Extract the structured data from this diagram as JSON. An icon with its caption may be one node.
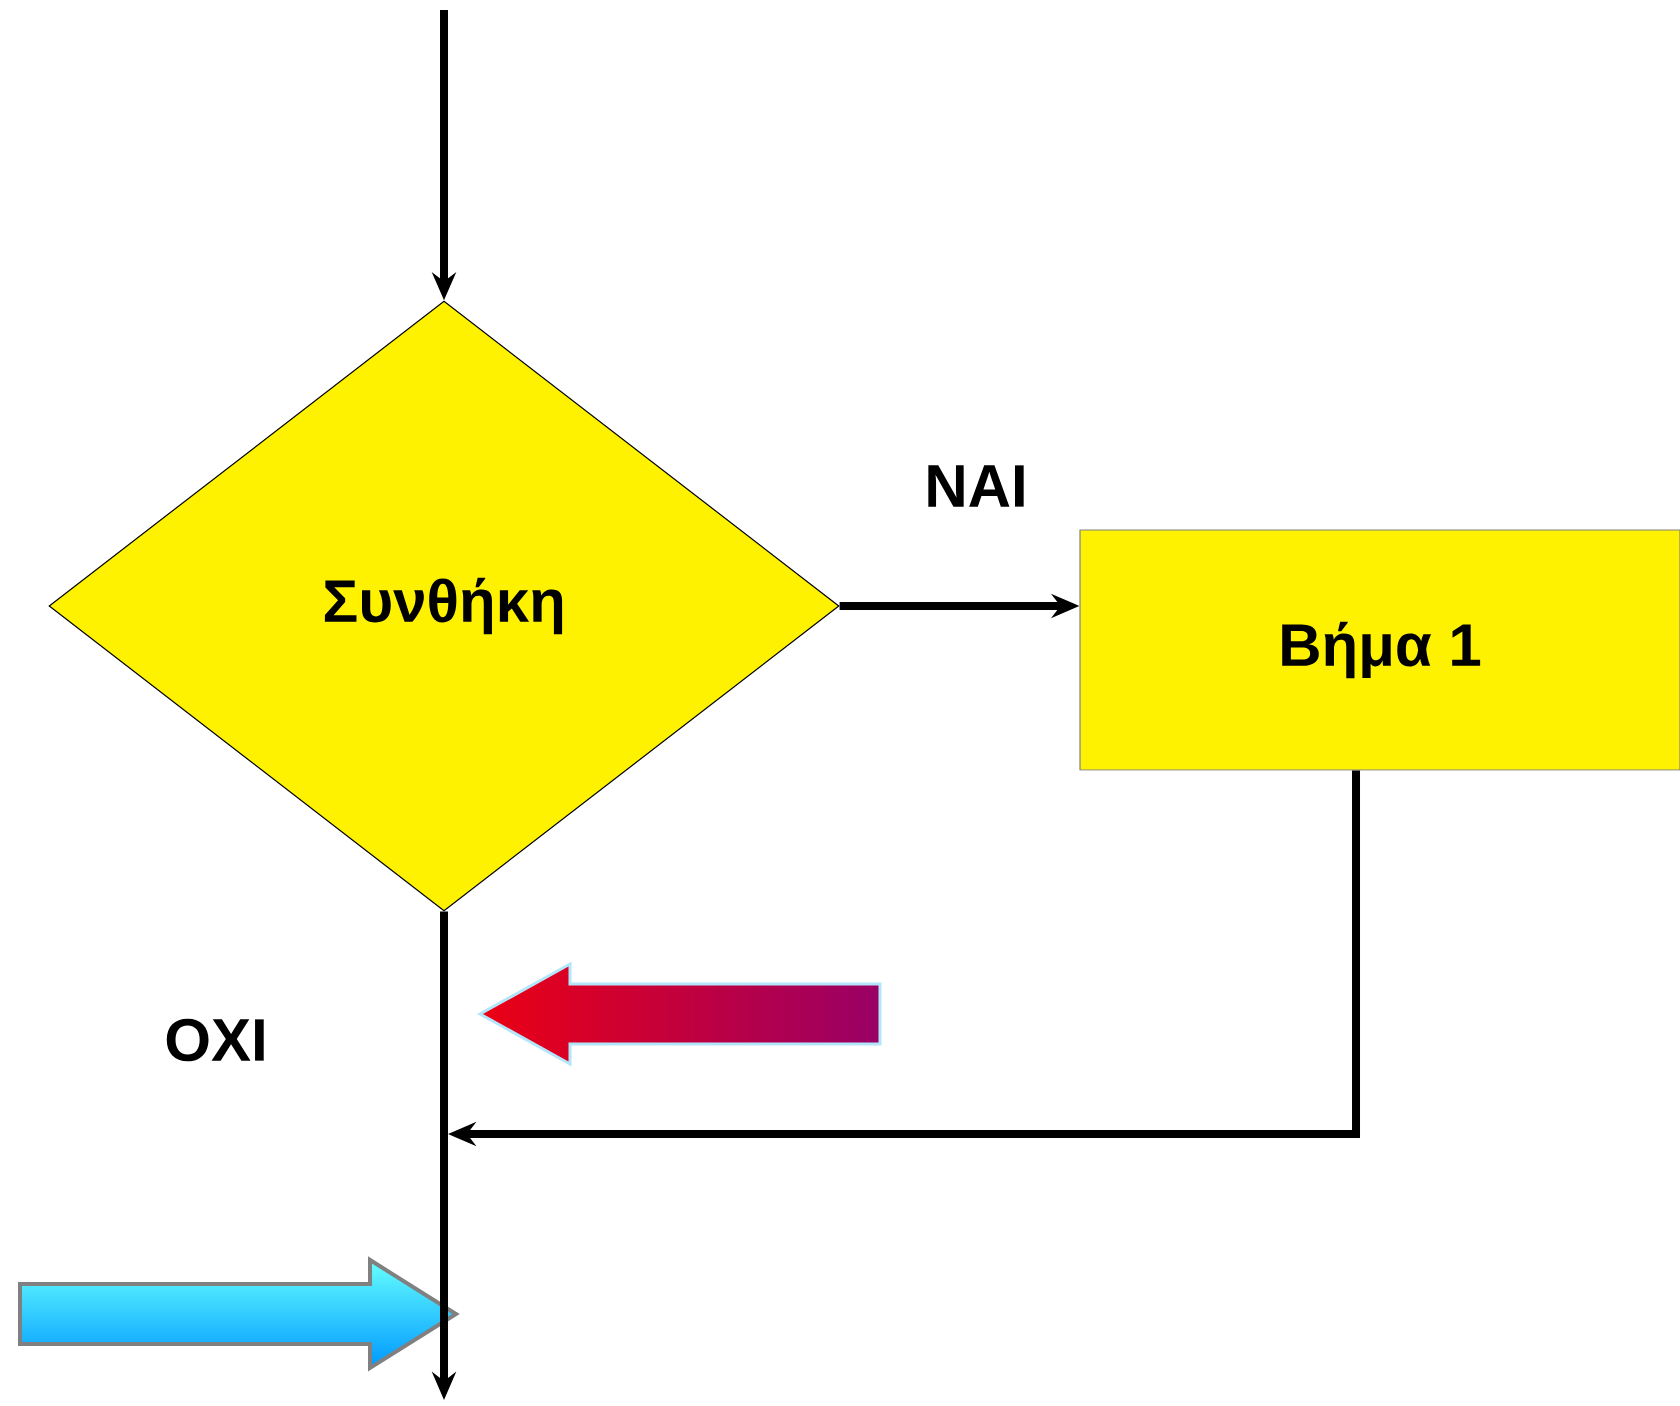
{
  "diagram": {
    "nodes": [
      {
        "text": [
          "Συνθήκη"
        ]
      },
      {
        "text": [
          "Βήμα 1"
        ]
      }
    ],
    "edges": [
      {
        "from": null,
        "to": 0,
        "arrow": "to"
      },
      {
        "from": 0,
        "to": 1,
        "arrow": "to",
        "label": "ΝΑΙ"
      },
      {
        "from": 1,
        "to": null,
        "arrow": "to"
      },
      {
        "from": 0,
        "to": null,
        "arrow": "to",
        "label": "ΟΧΙ"
      }
    ]
  }
}
